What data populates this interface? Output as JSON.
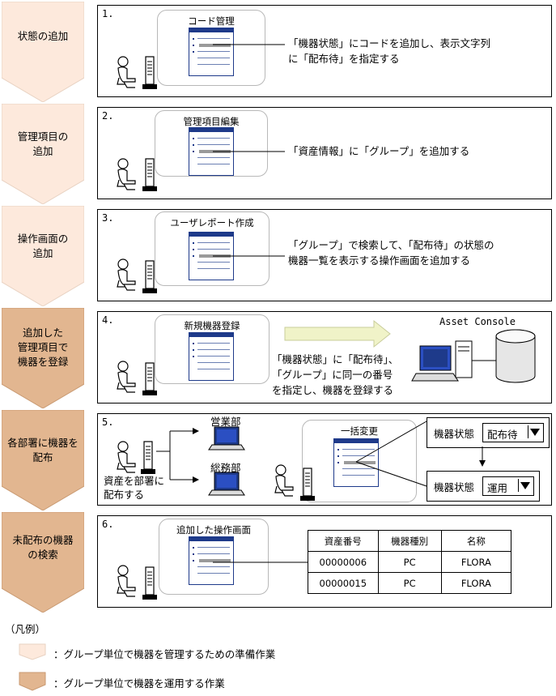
{
  "steps": [
    {
      "label_lines": [
        "状態の追加"
      ],
      "type": "prep",
      "number": "1.",
      "panel_title": "コード管理",
      "description": [
        "「機器状態」にコードを追加し、表示文字列",
        "に「配布待」を指定する"
      ]
    },
    {
      "label_lines": [
        "管理項目の",
        "追加"
      ],
      "type": "prep",
      "number": "2.",
      "panel_title": "管理項目編集",
      "description": [
        "「資産情報」に「グループ」を追加する"
      ]
    },
    {
      "label_lines": [
        "操作画面の",
        "追加"
      ],
      "type": "prep",
      "number": "3.",
      "panel_title": "ユーザレポート作成",
      "description": [
        "「グループ」で検索して、「配布待」の状態の",
        "機器一覧を表示する操作画面を追加する"
      ]
    },
    {
      "label_lines": [
        "追加した",
        "管理項目で",
        "機器を登録"
      ],
      "type": "operate",
      "number": "4.",
      "panel_title": "新規機器登録",
      "description": [
        "「機器状態」に「配布待」、",
        "「グループ」に同一の番号",
        "を指定し、機器を登録する"
      ],
      "server_label": "Asset Console"
    },
    {
      "label_lines": [
        "各部署に機器を",
        "配布"
      ],
      "type": "operate",
      "number": "5.",
      "panel_title": "一括変更",
      "description": [
        "資産を部署に",
        "配布する"
      ],
      "departments": [
        "営業部",
        "総務部"
      ],
      "before": {
        "key": "機器状態",
        "value": "配布待"
      },
      "after": {
        "key": "機器状態",
        "value": "運用"
      }
    },
    {
      "label_lines": [
        "未配布の機器",
        "の検索"
      ],
      "type": "operate",
      "number": "6.",
      "panel_title": "追加した操作画面",
      "table": {
        "headers": [
          "資産番号",
          "機器種別",
          "名称"
        ],
        "rows": [
          [
            "00000006",
            "PC",
            "FLORA"
          ],
          [
            "00000015",
            "PC",
            "FLORA"
          ]
        ]
      }
    }
  ],
  "legend": {
    "title": "（凡例）",
    "items": [
      {
        "type": "prep",
        "text": "：グループ単位で機器を管理するための準備作業"
      },
      {
        "type": "operate",
        "text": "：グループ単位で機器を運用する作業"
      }
    ]
  },
  "colors": {
    "prep": "#fde9dc",
    "operate": "#e2b690",
    "prep_border": "#e8d2c2",
    "operate_border": "#c99a72",
    "screen": "#1e3a8a",
    "arrow_fill": "#f0f3c8"
  }
}
